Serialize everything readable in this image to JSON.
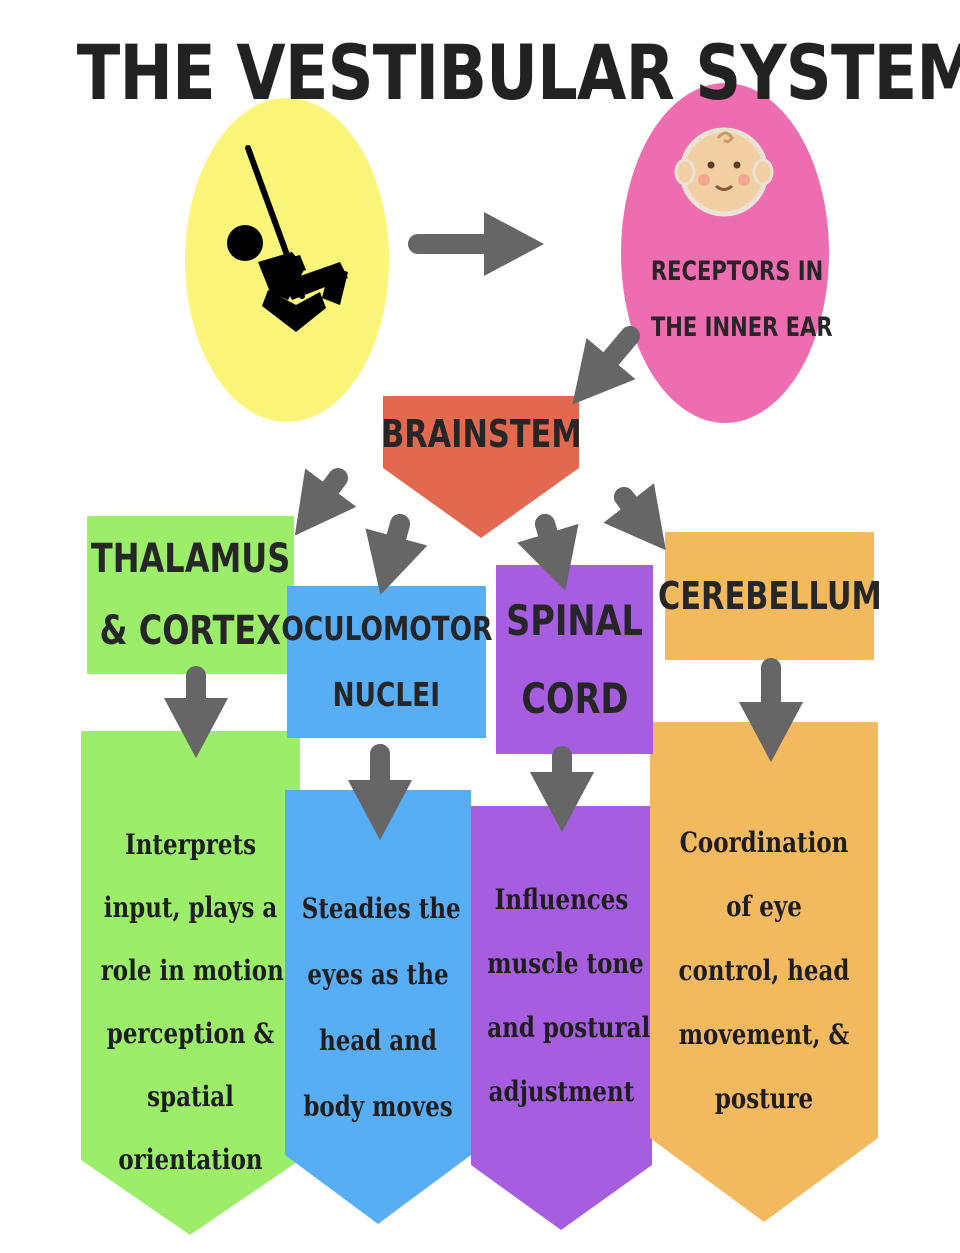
{
  "title": "THE VESTIBULAR SYSTEM",
  "receptors": {
    "line1": "RECEPTORS IN",
    "line2": "THE INNER EAR"
  },
  "brainstem": "BRAINSTEM",
  "colors": {
    "yellow": "#fbf57a",
    "pink": "#ee6cb0",
    "brainstem": "#e2694f",
    "green": "#9cee6a",
    "blue": "#57aef5",
    "purple": "#a65de0",
    "orange": "#f3b95f",
    "arrow": "#666666"
  },
  "icons": {
    "swing": "person-swinging-icon",
    "baby": "baby-face-icon"
  },
  "branches": [
    {
      "header": [
        "THALAMUS",
        "& CORTEX"
      ],
      "description": [
        "Interprets",
        "input, plays a",
        "role in motion",
        "perception &",
        "spatial",
        "orientation"
      ]
    },
    {
      "header": [
        "OCULOMOTOR",
        "NUCLEI"
      ],
      "description": [
        "Steadies the",
        "eyes as the",
        "head and",
        "body moves"
      ]
    },
    {
      "header": [
        "SPINAL",
        "CORD"
      ],
      "description": [
        "Influences",
        "muscle tone",
        "and postural",
        "adjustment"
      ]
    },
    {
      "header": [
        "CEREBELLUM"
      ],
      "description": [
        "Coordination",
        "of eye",
        "control, head",
        "movement, &",
        "posture"
      ]
    }
  ]
}
